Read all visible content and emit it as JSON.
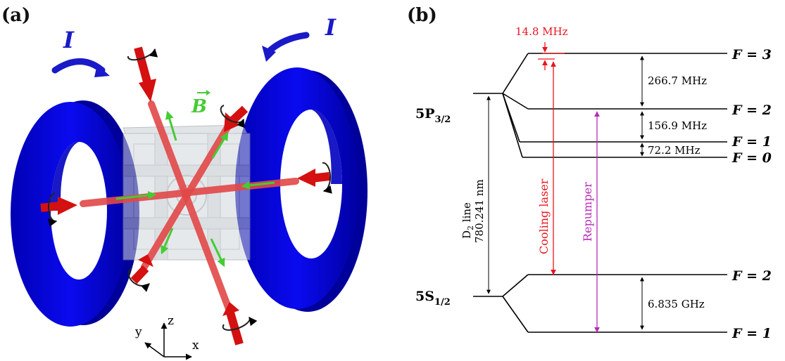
{
  "panel_a": {
    "label": "(a)",
    "current_left": "I",
    "current_right": "I",
    "field_label": "B",
    "axes": {
      "x": "x",
      "y": "y",
      "z": "z"
    }
  },
  "panel_b": {
    "label": "(b)",
    "excited_state": "5P",
    "excited_sub": "3/2",
    "ground_state": "5S",
    "ground_sub": "1/2",
    "levels_excited": [
      {
        "F": "F = 3"
      },
      {
        "F": "F = 2"
      },
      {
        "F": "F = 1"
      },
      {
        "F": "F = 0"
      }
    ],
    "levels_ground": [
      {
        "F": "F = 2"
      },
      {
        "F": "F = 1"
      }
    ],
    "splittings": {
      "f3_f2": "266.7 MHz",
      "f2_f1": "156.9 MHz",
      "f1_f0": "72.2 MHz",
      "ground": "6.835 GHz",
      "detuning": "14.8 MHz"
    },
    "d2_line": "D",
    "d2_sub": "2",
    "d2_suffix": " line",
    "wavelength": "780.241 nm",
    "cooling_label": "Cooling laser",
    "repumper_label": "Repumper",
    "colors": {
      "cooling": "#e8141e",
      "repumper": "#b82ab8",
      "field": "#44cc33",
      "coil": "#0a0ad6"
    }
  }
}
